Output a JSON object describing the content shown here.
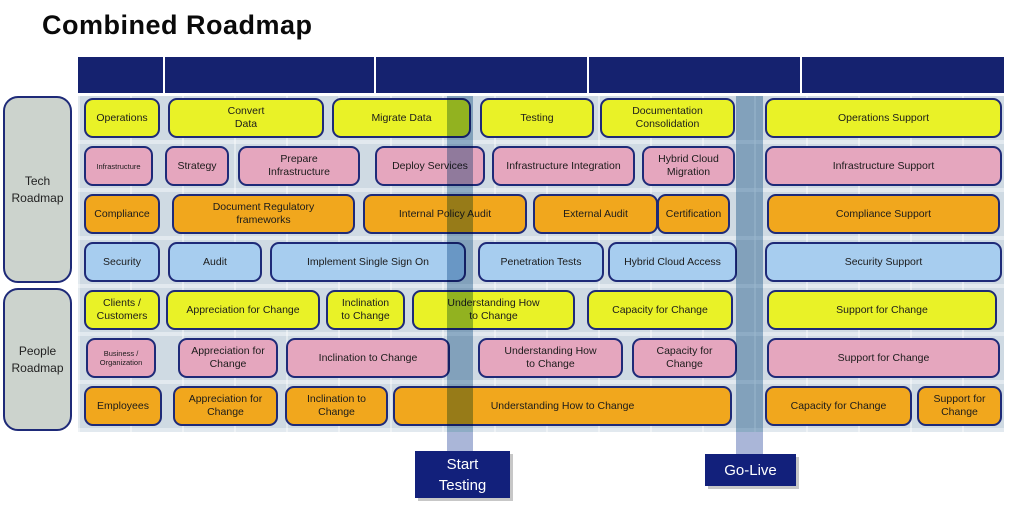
{
  "title": "Combined Roadmap",
  "side_labels": {
    "tech": "Tech\nRoadmap",
    "people": "People\nRoadmap"
  },
  "milestones": {
    "start_testing": "Start\nTesting",
    "go_live": "Go-Live"
  },
  "colors": {
    "header_navy": "#15226f",
    "box_border_navy": "#1e2a78",
    "milestone_navy": "#12207b",
    "yellow": "#e9f227",
    "pink": "#e5a6be",
    "orange": "#f1a71d",
    "light_blue": "#a7cdef",
    "grid_background": "#cfdae3",
    "milestone_bar": "#a0bcd2",
    "side_label_gray": "#ccd3cd"
  },
  "rows": [
    {
      "name": "operations",
      "color": "yellow",
      "boxes": [
        {
          "label": "Operations"
        },
        {
          "label": "Convert\nData"
        },
        {
          "label": "Migrate Data"
        },
        {
          "label": "Testing"
        },
        {
          "label": "Documentation\nConsolidation"
        },
        {
          "label": "Operations Support"
        }
      ]
    },
    {
      "name": "infrastructure",
      "color": "pink",
      "boxes": [
        {
          "label": "Infrastructure"
        },
        {
          "label": "Strategy"
        },
        {
          "label": "Prepare\nInfrastructure"
        },
        {
          "label": "Deploy Services"
        },
        {
          "label": "Infrastructure Integration"
        },
        {
          "label": "Hybrid Cloud\nMigration"
        },
        {
          "label": "Infrastructure Support"
        }
      ]
    },
    {
      "name": "compliance",
      "color": "orange",
      "boxes": [
        {
          "label": "Compliance"
        },
        {
          "label": "Document Regulatory\nframeworks"
        },
        {
          "label": "Internal Policy Audit"
        },
        {
          "label": "External Audit"
        },
        {
          "label": "Certification"
        },
        {
          "label": "Compliance Support"
        }
      ]
    },
    {
      "name": "security",
      "color": "blue",
      "boxes": [
        {
          "label": "Security"
        },
        {
          "label": "Audit"
        },
        {
          "label": "Implement Single Sign On"
        },
        {
          "label": "Penetration Tests"
        },
        {
          "label": "Hybrid Cloud Access"
        },
        {
          "label": "Security Support"
        }
      ]
    },
    {
      "name": "clients-customers",
      "color": "yellow",
      "boxes": [
        {
          "label": "Clients /\nCustomers"
        },
        {
          "label": "Appreciation for Change"
        },
        {
          "label": "Inclination\nto Change"
        },
        {
          "label": "Understanding How\nto Change"
        },
        {
          "label": "Capacity for Change"
        },
        {
          "label": "Support for Change"
        }
      ]
    },
    {
      "name": "business-organization",
      "color": "pink",
      "boxes": [
        {
          "label": "Business /\nOrganization"
        },
        {
          "label": "Appreciation for\nChange"
        },
        {
          "label": "Inclination to Change"
        },
        {
          "label": "Understanding How\nto Change"
        },
        {
          "label": "Capacity for\nChange"
        },
        {
          "label": "Support for Change"
        }
      ]
    },
    {
      "name": "employees",
      "color": "orange",
      "boxes": [
        {
          "label": "Employees"
        },
        {
          "label": "Appreciation for\nChange"
        },
        {
          "label": "Inclination to\nChange"
        },
        {
          "label": "Understanding How to Change"
        },
        {
          "label": "Capacity for Change"
        },
        {
          "label": "Support for\nChange"
        }
      ]
    }
  ]
}
